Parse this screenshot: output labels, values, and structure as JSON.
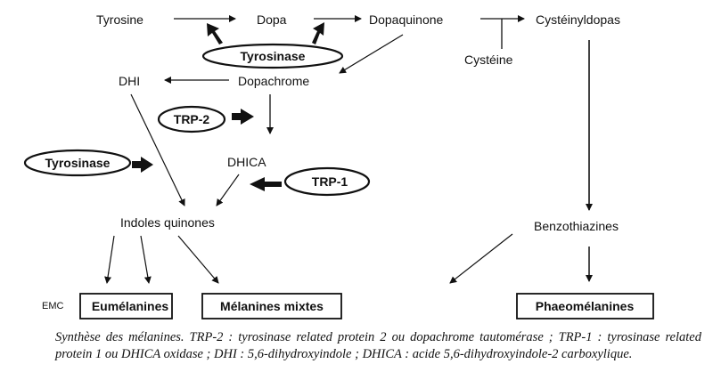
{
  "diagram": {
    "nodes": {
      "tyrosine": "Tyrosine",
      "dopa": "Dopa",
      "dopaquinone": "Dopaquinone",
      "cysteinyldopas": "Cystéinyldopas",
      "cysteine": "Cystéine",
      "dhi": "DHI",
      "dopachrome": "Dopachrome",
      "dhica": "DHICA",
      "indoles_quinones": "Indoles quinones",
      "benzothiazines": "Benzothiazines"
    },
    "enzymes": {
      "tyrosinase_top": "Tyrosinase",
      "trp2": "TRP-2",
      "tyrosinase_left": "Tyrosinase",
      "trp1": "TRP-1"
    },
    "products": {
      "eumelanines": "Eumélanines",
      "melanines_mixtes": "Mélanines mixtes",
      "phaeomelanines": "Phaeomélanines"
    },
    "source_mark": "EMC"
  },
  "caption": {
    "text": "Synthèse des mélanines. TRP-2 : tyrosinase related protein 2 ou dopachrome tautomérase ; TRP-1 : tyrosinase related protein 1 ou DHICA oxidase ; DHI : 5,6-dihydroxyindole ; DHICA : acide 5,6-dihydroxyindole-2 carboxylique."
  }
}
